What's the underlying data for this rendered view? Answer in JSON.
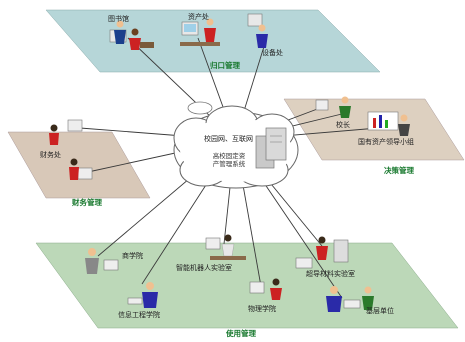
{
  "center": {
    "network": "校园网、互联网",
    "line1": "高校固定资",
    "line2": "产管理系统"
  },
  "top_panel": {
    "caption": "归口管理",
    "labels": [
      "图书馆",
      "资产处",
      "设备处"
    ]
  },
  "left_panel": {
    "caption": "财务管理",
    "labels": [
      "财务处"
    ]
  },
  "right_panel": {
    "caption": "决策管理",
    "labels": [
      "校长",
      "国有资产领导小组"
    ]
  },
  "bottom_panel": {
    "caption": "使用管理",
    "labels": [
      "商学院",
      "智能机器人实验室",
      "超导材料实验室",
      "信息工程学院",
      "物理学院",
      "基层单位"
    ]
  },
  "colors": {
    "top_panel": "#b6d6d8",
    "left_panel": "#d8c8b8",
    "right_panel": "#ddd0c0",
    "bottom_panel": "#bcd8b8",
    "caption_text": "#1a7a30",
    "line": "#3a3a3a"
  }
}
